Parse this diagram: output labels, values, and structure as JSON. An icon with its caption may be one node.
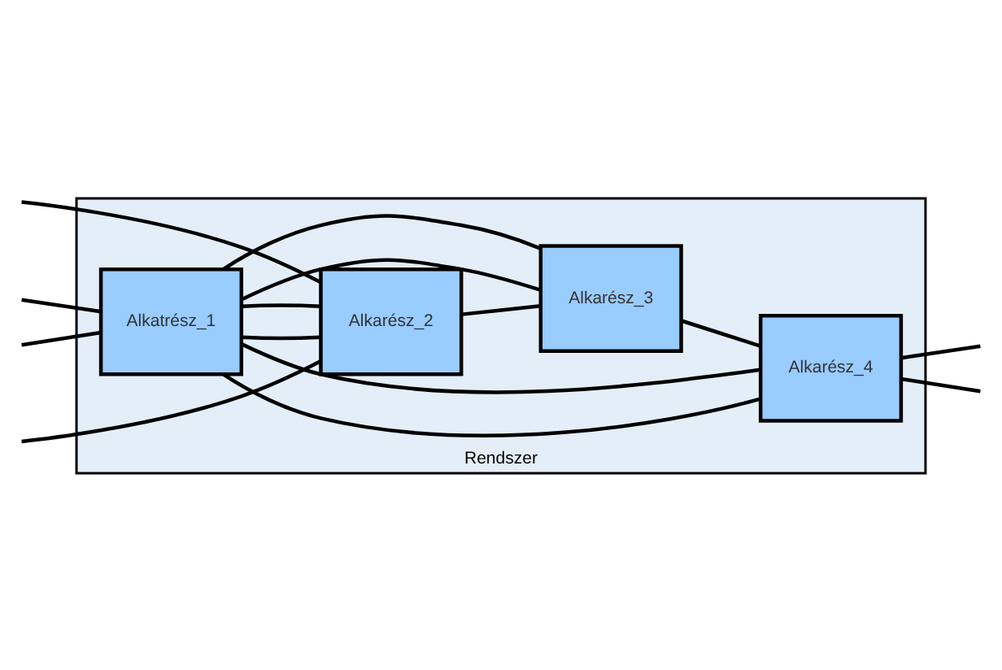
{
  "diagram": {
    "nodes": [
      {
        "text": [
          "Rendszer"
        ]
      },
      {
        "text": [
          "Alkatrész_1"
        ],
        "in": 0
      },
      {
        "text": [
          "Alkarész_4"
        ],
        "in": 0
      },
      {
        "text": [
          "Alkarész_2"
        ],
        "in": 0
      },
      {
        "text": [
          "Alkarész_3"
        ],
        "in": 0
      }
    ],
    "edges": [
      {
        "from": null,
        "to": 1,
        "arrow": "none"
      },
      {
        "from": null,
        "to": 1,
        "arrow": "none"
      },
      {
        "from": null,
        "to": 3,
        "arrow": "none"
      },
      {
        "from": null,
        "to": 3,
        "arrow": "none"
      },
      {
        "from": 1,
        "to": 2,
        "arrow": "none"
      },
      {
        "from": 1,
        "to": 2,
        "arrow": "none"
      },
      {
        "from": 1,
        "to": 3,
        "arrow": "none"
      },
      {
        "from": 1,
        "to": 3,
        "arrow": "none"
      },
      {
        "from": 1,
        "to": 4,
        "arrow": "none"
      },
      {
        "from": 1,
        "to": 4,
        "arrow": "none"
      },
      {
        "from": 3,
        "to": 4,
        "arrow": "none"
      },
      {
        "from": 4,
        "to": 2,
        "arrow": "none"
      },
      {
        "from": 2,
        "to": null,
        "arrow": "none"
      },
      {
        "from": 2,
        "to": null,
        "arrow": "none"
      }
    ]
  }
}
